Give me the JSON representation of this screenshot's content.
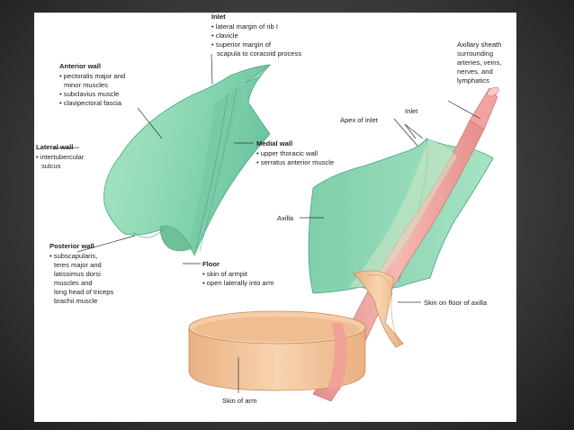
{
  "background_color": "#3c3c3c",
  "colors": {
    "axilla_green": "#8fd9b6",
    "axilla_green_dark": "#5fb893",
    "sheath_pink": "#f2a8a4",
    "skin_tan": "#f4c59c"
  },
  "labels": {
    "inlet": {
      "heading": "Inlet",
      "lines": [
        "• lateral margin of rib I",
        "• clavicle",
        "• superior margin of",
        "scapula to coracoid process"
      ]
    },
    "anterior_wall": {
      "heading": "Anterior wall",
      "lines": [
        "• pectoralis major and",
        "minor muscles",
        "• subclavius muscle",
        "• clavipectoral fascia"
      ]
    },
    "lateral_wall": {
      "heading": "Lateral wall",
      "lines": [
        "• intertubercular",
        "sulcus"
      ]
    },
    "medial_wall": {
      "heading": "Medial wall",
      "lines": [
        "• upper thoracic wall",
        "• serratus anterior muscle"
      ]
    },
    "posterior_wall": {
      "heading": "Posterior wall",
      "lines": [
        "• subscapularis,",
        "teres major and",
        "latissimus dorsi",
        "muscles and",
        "long head of triceps",
        "brachii muscle"
      ]
    },
    "floor": {
      "heading": "Floor",
      "lines": [
        "• skin of armpit",
        "• open laterally into arm"
      ]
    },
    "axillary_sheath": {
      "lines": [
        "Axillary sheath",
        "surrounding",
        "arteries, veins,",
        "nerves, and",
        "lymphatics"
      ]
    },
    "inlet_right": "Inlet",
    "apex_of_inlet": "Apex of inlet",
    "axilla": "Axilla",
    "skin_on_floor": "Skin on floor of axilla",
    "skin_of_arm": "Skin of arm"
  }
}
